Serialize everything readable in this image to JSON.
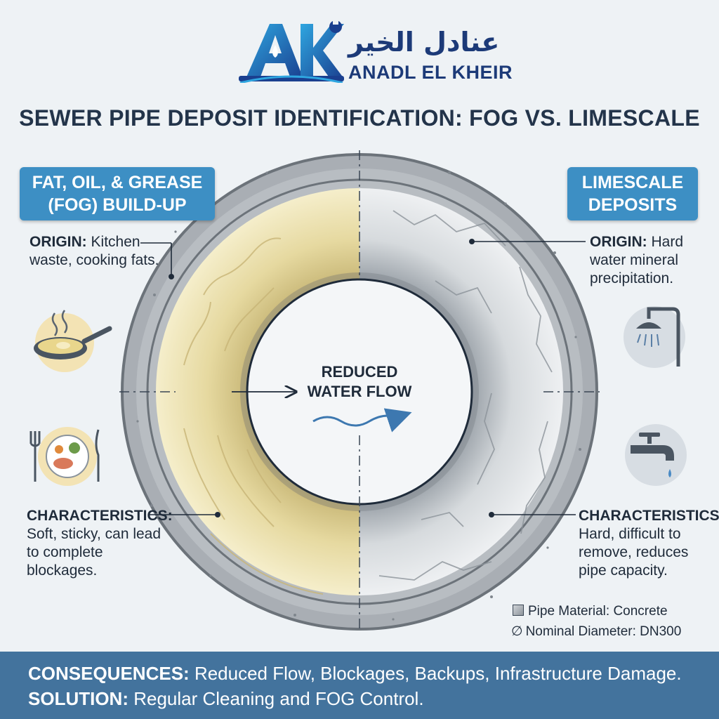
{
  "logo": {
    "mark": "AK",
    "arabic": "عنادل الخير",
    "latin": "ANADL EL KHEIR"
  },
  "title": "SEWER PIPE DEPOSIT IDENTIFICATION: FOG VS. LIMESCALE",
  "fog": {
    "heading_line1": "FAT, OIL, & GREASE",
    "heading_line2": "(FOG) BUILD-UP",
    "origin_label": "ORIGIN:",
    "origin_text": "Kitchen waste, cooking fats.",
    "char_label": "CHARACTERISTICS:",
    "char_text": "Soft, sticky, can lead to complete blockages.",
    "icons": [
      "frying-pan-icon",
      "food-plate-icon"
    ]
  },
  "limescale": {
    "heading_line1": "LIMESCALE",
    "heading_line2": "DEPOSITS",
    "origin_label": "ORIGIN:",
    "origin_text": "Hard water mineral precipitation.",
    "char_label": "CHARACTERISTICS:",
    "char_text": "Hard, difficult to remove, reduces pipe capacity.",
    "icons": [
      "shower-icon",
      "faucet-icon"
    ]
  },
  "center": {
    "line1": "REDUCED",
    "line2": "WATER FLOW"
  },
  "legend": {
    "material": "Pipe Material: Concrete",
    "diameter": "Nominal Diameter: DN300"
  },
  "footer": {
    "consequences_label": "CONSEQUENCES:",
    "consequences_text": "Reduced Flow, Blockages, Backups, Infrastructure Damage.",
    "solution_label": "SOLUTION:",
    "solution_text": "Regular Cleaning and FOG Control."
  },
  "colors": {
    "accent_blue": "#3d8fc4",
    "logo_blue": "#1c3a78",
    "footer_bg": "#43739d",
    "fog_fill": "#eadfa6",
    "limescale_fill": "#c9ced3",
    "pipe_concrete": "#a9aeb4"
  }
}
